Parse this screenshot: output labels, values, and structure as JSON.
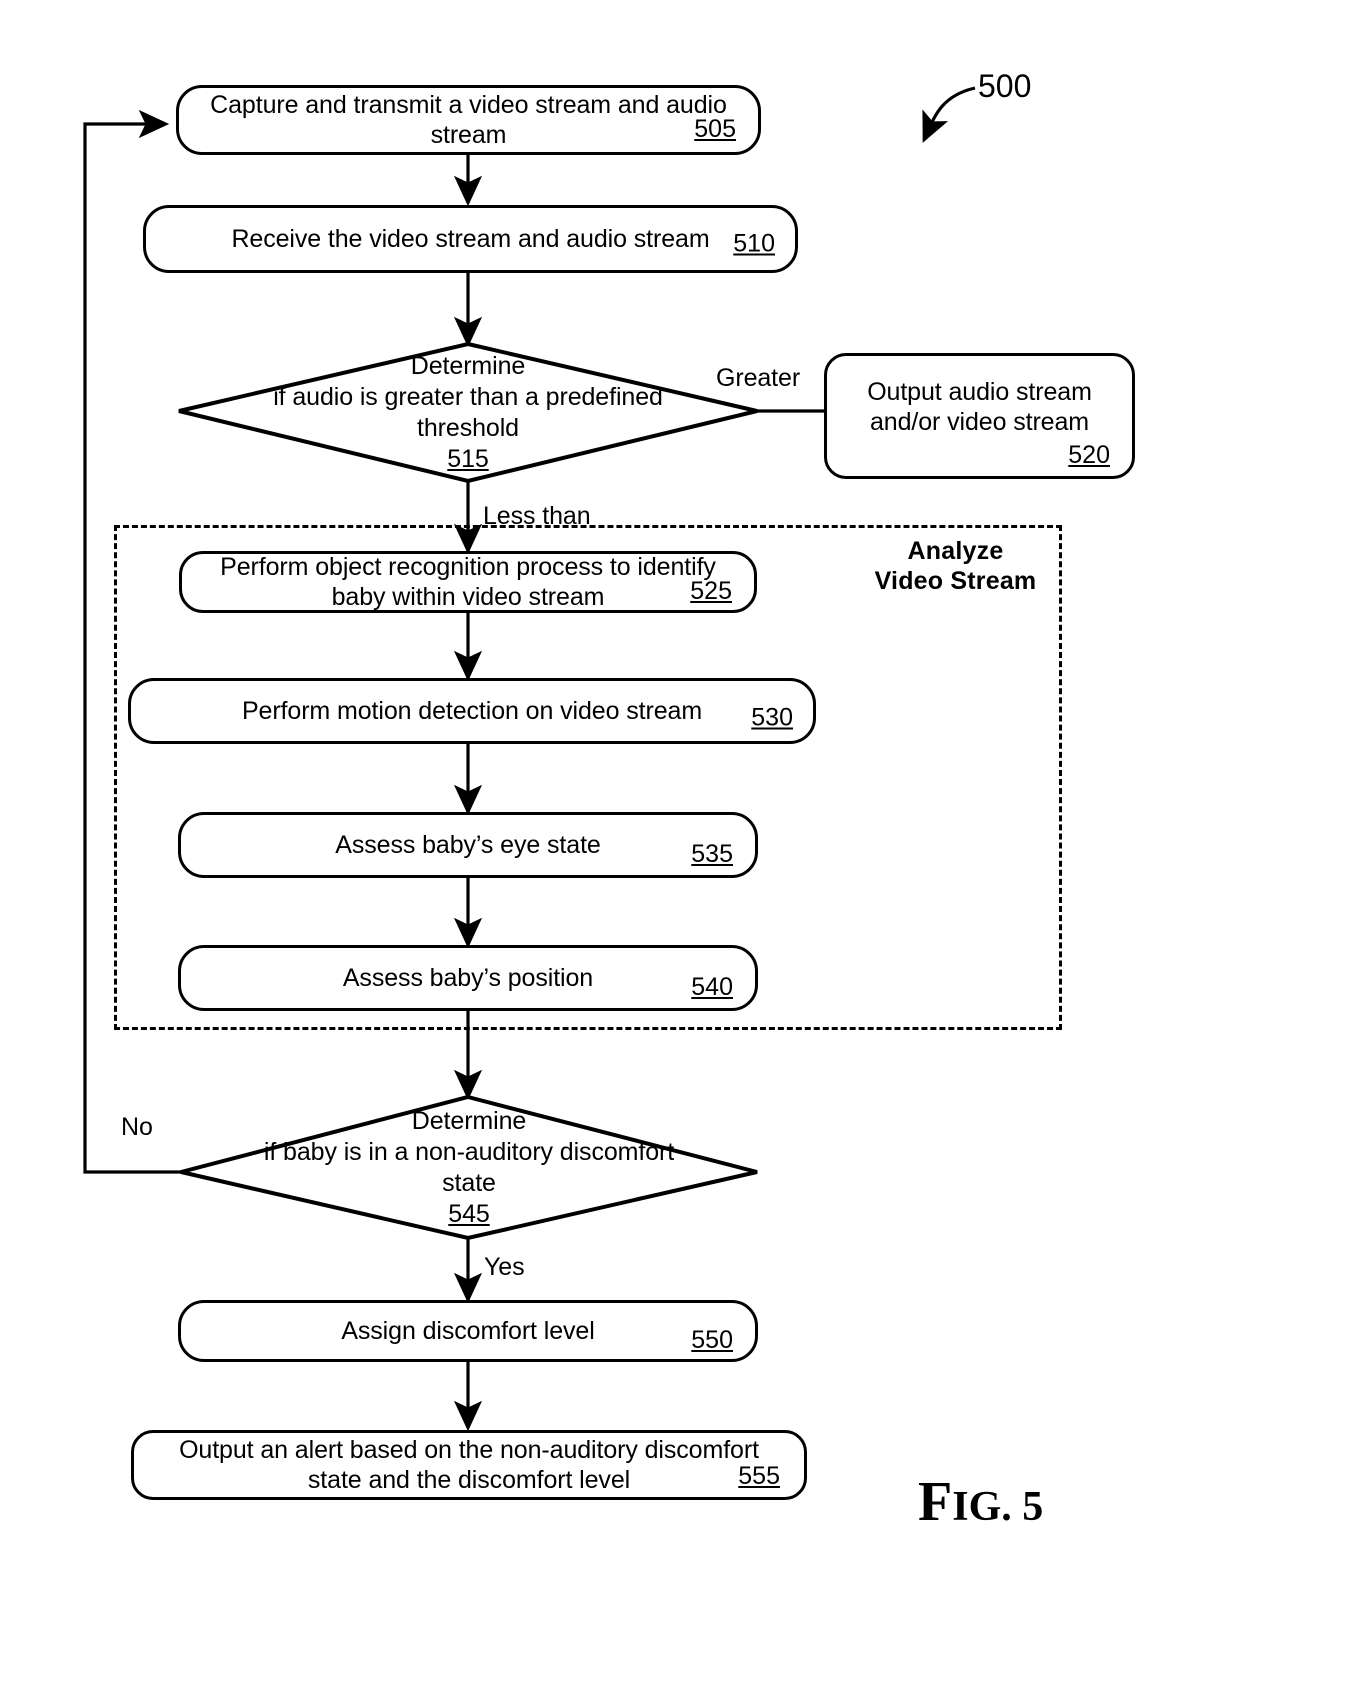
{
  "figure": {
    "caption_prefix": "F",
    "caption_rest": "IG. 5",
    "reference_numeral": "500"
  },
  "nodes": [
    {
      "id": "505",
      "type": "process",
      "text": "Capture and transmit a video stream and audio\nstream",
      "number": "505"
    },
    {
      "id": "510",
      "type": "process",
      "text": "Receive the video stream and audio stream",
      "number": "510"
    },
    {
      "id": "515",
      "type": "decision",
      "line1": "Determine",
      "line2": "if audio is greater than a predefined",
      "line3": "threshold",
      "number": "515"
    },
    {
      "id": "520",
      "type": "process",
      "text": "Output audio stream\nand/or video stream",
      "number": "520"
    },
    {
      "id": "525",
      "type": "process",
      "text": "Perform object recognition process to identify\nbaby within video stream",
      "number": "525"
    },
    {
      "id": "530",
      "type": "process",
      "text": "Perform motion detection on video stream",
      "number": "530"
    },
    {
      "id": "535",
      "type": "process",
      "text": "Assess baby’s eye state",
      "number": "535"
    },
    {
      "id": "540",
      "type": "process",
      "text": "Assess baby’s position",
      "number": "540"
    },
    {
      "id": "545",
      "type": "decision",
      "line1": "Determine",
      "line2": "if baby is in a non-auditory discomfort",
      "line3": "state",
      "number": "545"
    },
    {
      "id": "550",
      "type": "process",
      "text": "Assign discomfort level",
      "number": "550"
    },
    {
      "id": "555",
      "type": "process",
      "text": "Output an alert based on the non-auditory discomfort\nstate and the discomfort level",
      "number": "555"
    }
  ],
  "group": {
    "label_line1": "Analyze",
    "label_line2": "Video Stream"
  },
  "edge_labels": {
    "greater": "Greater",
    "less_than": "Less than",
    "no": "No",
    "yes": "Yes"
  },
  "colors": {
    "stroke": "#000000",
    "background": "#ffffff"
  }
}
